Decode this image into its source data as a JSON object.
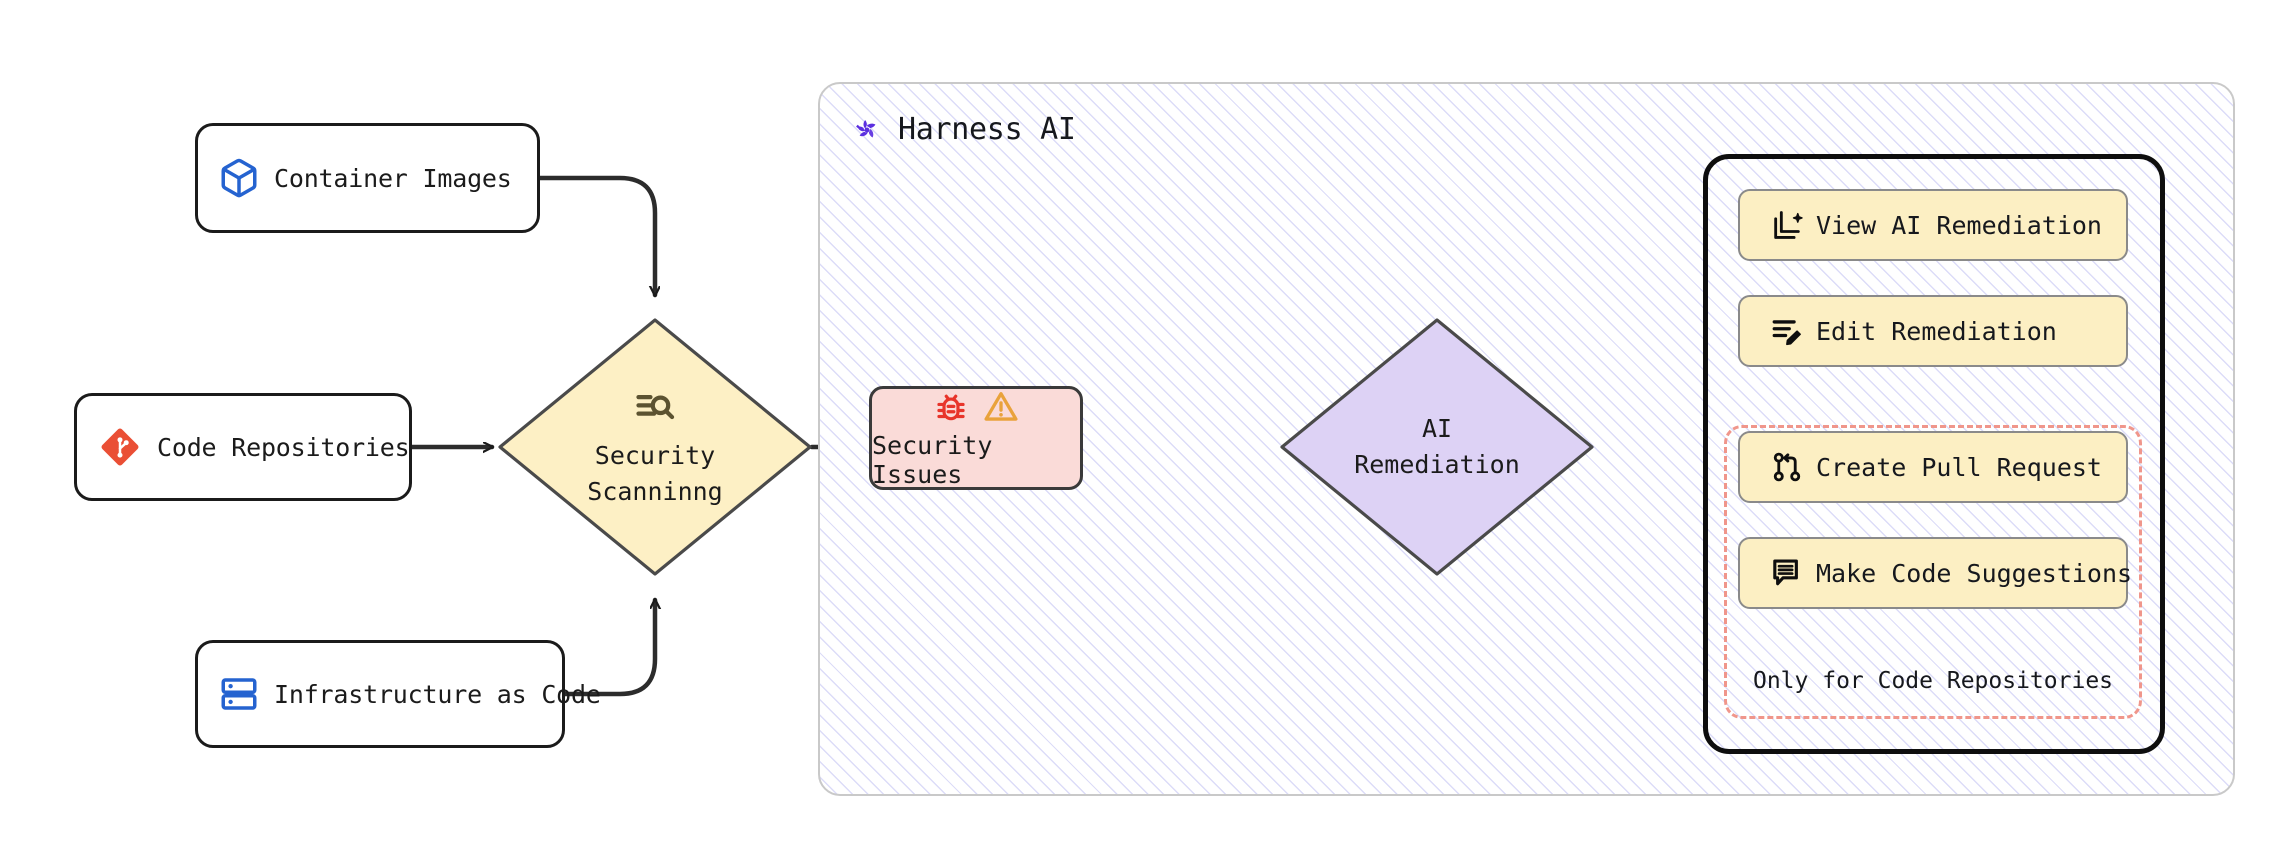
{
  "diagram": {
    "title": "Harness AI security scanning and remediation flow",
    "container": {
      "label": "Harness AI",
      "logo_icon": "harness-logo-icon",
      "accent_color": "#5b2fe0",
      "border_color": "#c9c9c9",
      "hatch_color": "#dcdcf8"
    },
    "sources": [
      {
        "id": "container-images",
        "label": "Container Images",
        "icon": "cube-icon",
        "icon_color": "#2563d0"
      },
      {
        "id": "code-repositories",
        "label": "Code Repositories",
        "icon": "git-diamond-icon",
        "icon_color": "#ea4f35"
      },
      {
        "id": "infrastructure-as-code",
        "label": "Infrastructure as Code",
        "icon": "server-stack-icon",
        "icon_color": "#2563d0"
      }
    ],
    "decisions": [
      {
        "id": "security-scanning",
        "label_line1": "Security",
        "label_line2": "Scanninng",
        "icon": "scan-search-icon",
        "fill": "#fdf0c5",
        "stroke": "#4a4a4a"
      },
      {
        "id": "ai-remediation",
        "label_line1": "AI",
        "label_line2": "Remediation",
        "icon": "",
        "fill": "#ddd2f5",
        "stroke": "#4a4a4a"
      }
    ],
    "process": {
      "id": "security-issues",
      "label": "Security Issues",
      "icons": [
        "bug-icon",
        "warning-triangle-icon"
      ],
      "bug_color": "#e8342a",
      "warning_color": "#e9a23b",
      "fill": "#fadbd8",
      "stroke": "#3a3a3a"
    },
    "actions": {
      "panel_border_color": "#0e0e0e",
      "button_fill": "#fcefc3",
      "button_stroke": "#8a8a8a",
      "items": [
        {
          "id": "view-ai-remediation",
          "label": "View AI Remediation",
          "icon": "ai-document-sparkle-icon"
        },
        {
          "id": "edit-remediation",
          "label": "Edit Remediation",
          "icon": "list-pencil-icon"
        },
        {
          "id": "create-pull-request",
          "label": "Create Pull Request",
          "icon": "pull-request-icon"
        },
        {
          "id": "make-code-suggestions",
          "label": "Make Code Suggestions",
          "icon": "comment-lines-icon"
        }
      ],
      "restriction": {
        "caption": "Only for Code Repositories",
        "border_color": "#f0968b",
        "border_style": "dashed"
      }
    },
    "edges": [
      {
        "from": "container-images",
        "to": "security-scanning",
        "style": "elbow-curve-down"
      },
      {
        "from": "code-repositories",
        "to": "security-scanning",
        "style": "straight"
      },
      {
        "from": "infrastructure-as-code",
        "to": "security-scanning",
        "style": "elbow-curve-up"
      },
      {
        "from": "security-scanning",
        "to": "security-issues",
        "style": "straight"
      },
      {
        "from": "security-issues",
        "to": "ai-remediation",
        "style": "straight"
      },
      {
        "from": "ai-remediation",
        "to": "action-panel",
        "style": "straight"
      }
    ]
  }
}
